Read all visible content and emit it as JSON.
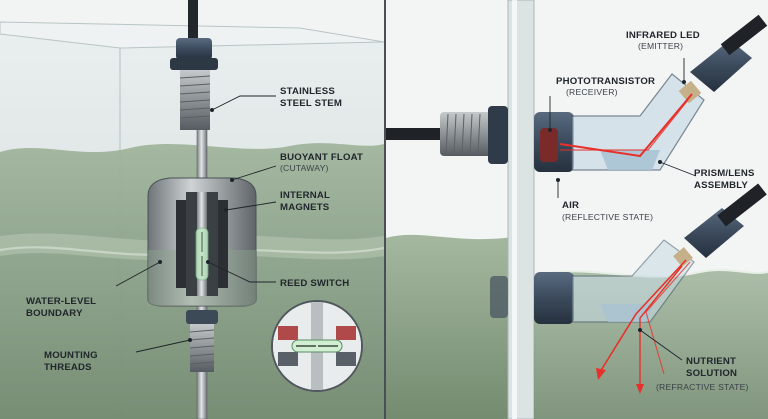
{
  "left_panel": {
    "labels": {
      "stem": [
        "STAINLESS",
        "STEEL STEM"
      ],
      "float": [
        "BUOYANT FLOAT"
      ],
      "float_sub": "(CUTAWAY)",
      "magnets": [
        "INTERNAL",
        "MAGNETS"
      ],
      "reed": [
        "REED SWITCH"
      ],
      "boundary": [
        "WATER-LEVEL",
        "BOUNDARY"
      ],
      "threads": [
        "MOUNTING",
        "THREADS"
      ]
    }
  },
  "right_panel": {
    "labels": {
      "led": [
        "INFRARED LED"
      ],
      "led_sub": "(EMITTER)",
      "photo": [
        "PHOTOTRANSISTOR"
      ],
      "photo_sub": "(RECEIVER)",
      "prism": [
        "PRISM/LENS",
        "ASSEMBLY"
      ],
      "air": [
        "AIR"
      ],
      "air_sub": "(REFLECTIVE STATE)",
      "nutrient": [
        "NUTRIENT",
        "SOLUTION"
      ],
      "nutrient_sub": "(REFRACTIVE STATE)"
    }
  },
  "colors": {
    "water": "#8fa58c",
    "tank_glass": "#dfe6e6",
    "metal": "#b8bcbf",
    "sensor_body": "#3e4c5e",
    "beam": "#e8302a",
    "magnet": "#b0494a",
    "cable": "#202428"
  }
}
